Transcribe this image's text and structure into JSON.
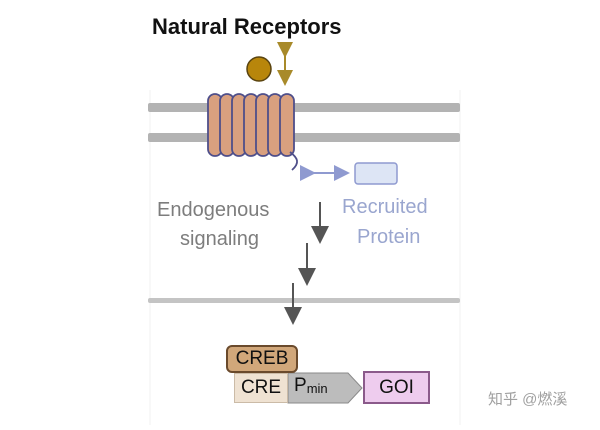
{
  "title": "Natural Receptors",
  "labels": {
    "endogenous_line1": "Endogenous",
    "endogenous_line2": "signaling",
    "recruited_line1": "Recruited",
    "recruited_line2": "Protein"
  },
  "promoter": {
    "creb": "CREB",
    "cre": "CRE",
    "pmin_main": "P",
    "pmin_sub": "min",
    "goi": "GOI"
  },
  "watermark": "知乎 @燃溪",
  "colors": {
    "receptor_fill": "#d9a07f",
    "receptor_stroke": "#4f4f8a",
    "ligand": "#b8860b",
    "ligand_arrow": "#a88a2a",
    "membrane": "#b3b3b3",
    "recruit_arrow": "#8f9ad0",
    "recruited_protein": "#dde5f5",
    "signal_arrow": "#555555",
    "creb": "#d1a77a",
    "cre": "#efe2d2",
    "pmin": "#bcbcbc",
    "goi": "#eeccee"
  },
  "icons": {
    "ligand": "ligand-circle-icon",
    "ligand_motion": "double-arrow-vertical-icon",
    "recruitment": "double-arrow-horizontal-icon",
    "signal": "arrow-down-icon"
  }
}
